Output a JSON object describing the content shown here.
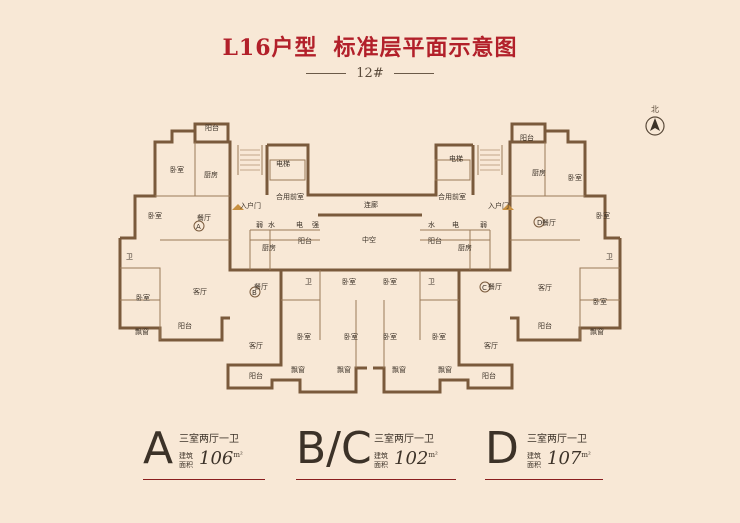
{
  "header": {
    "title_part1": "L16户型",
    "title_part2": "标准层平面示意图",
    "building_no": "12#"
  },
  "compass": {
    "label": "北"
  },
  "rooms": {
    "balcony": "阳台",
    "bedroom": "卧室",
    "kitchen": "厨房",
    "elevator": "电梯",
    "living": "客厅",
    "restaurant": "餐厅",
    "toilet": "卫",
    "bay_window": "飘窗",
    "entry": "入户门",
    "lobby": "合用前室",
    "corridor": "连廊",
    "atrium": "中空",
    "weak": "弱",
    "water": "水",
    "power": "电",
    "strong": "强"
  },
  "unit_marks": {
    "a": "A",
    "b": "B",
    "c": "C",
    "d": "D"
  },
  "units": [
    {
      "letter": "A",
      "type": "三室两厅一卫",
      "area_label": "建筑面积",
      "area": "106",
      "unit": "m²"
    },
    {
      "letter": "B/C",
      "type": "三室两厅一卫",
      "area_label": "建筑面积",
      "area": "102",
      "unit": "m²"
    },
    {
      "letter": "D",
      "type": "三室两厅一卫",
      "area_label": "建筑面积",
      "area": "107",
      "unit": "m²"
    }
  ],
  "colors": {
    "title": "#b2202a",
    "wall": "#7a5a3c",
    "background": "#f8e8d6"
  }
}
